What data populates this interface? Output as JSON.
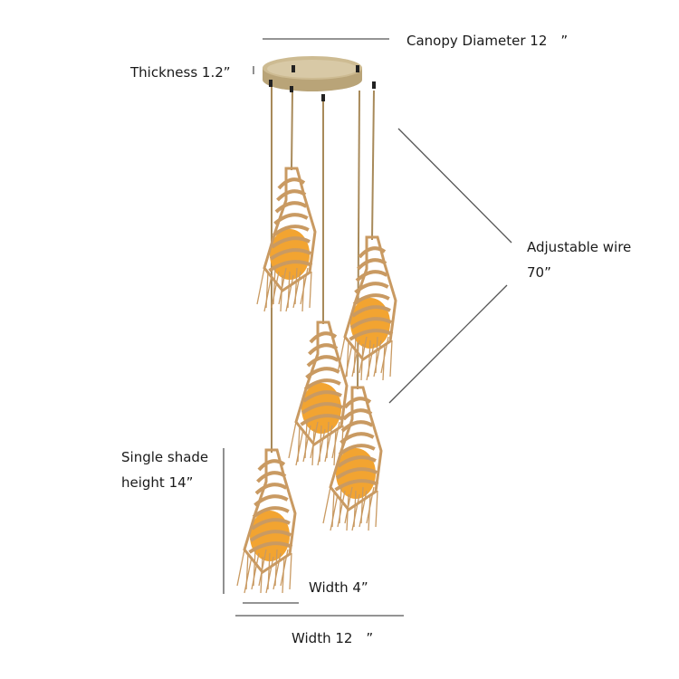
{
  "labels": {
    "canopy_diameter": "Canopy Diameter 12 ”",
    "thickness": "Thickness 1.2”",
    "adjustable_wire_line1": "Adjustable wire",
    "adjustable_wire_line2": "70”",
    "shade_height_line1": "Single shade",
    "shade_height_line2": "height 14”",
    "shade_width": "Width 4”",
    "total_width": "Width 12 ”"
  },
  "colors": {
    "dimension_line": "#555555",
    "canopy": "#c8b58a",
    "rattan": "#c99a62",
    "bulb_glow": "#f2a431",
    "wire": "#a88a5a"
  }
}
